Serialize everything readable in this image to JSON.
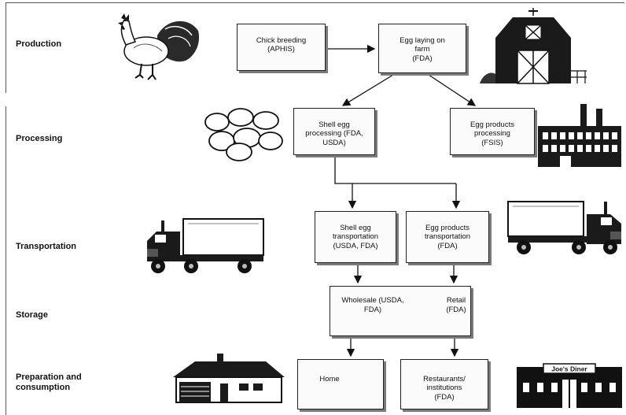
{
  "stages": {
    "production": "Production",
    "processing": "Processing",
    "transportation": "Transportation",
    "storage": "Storage",
    "preparation": "Preparation and\nconsumption"
  },
  "boxes": {
    "chick_breeding": "Chick breeding\n(APHIS)",
    "egg_laying": "Egg laying on\nfarm\n(FDA)",
    "shell_processing": "Shell egg\nprocessing (FDA,\nUSDA)",
    "egg_products_processing": "Egg products\nprocessing\n(FSIS)",
    "shell_transport": "Shell egg\ntransportation\n(USDA, FDA)",
    "egg_products_transport": "Egg products\ntransportation\n(FDA)",
    "wholesale": "Wholesale (USDA,\nFDA)",
    "retail": "Retail\n(FDA)",
    "home": "Home",
    "restaurants": "Restaurants/\ninstitutions\n(FDA)"
  },
  "illustrations": {
    "rooster": "rooster-icon",
    "barn": "barn-icon",
    "eggs": "eggs-icon",
    "factory": "factory-icon",
    "truck_left": "truck-icon",
    "truck_right": "truck-icon",
    "house": "house-icon",
    "diner": "diner-icon",
    "diner_sign": "Joe's Diner"
  }
}
